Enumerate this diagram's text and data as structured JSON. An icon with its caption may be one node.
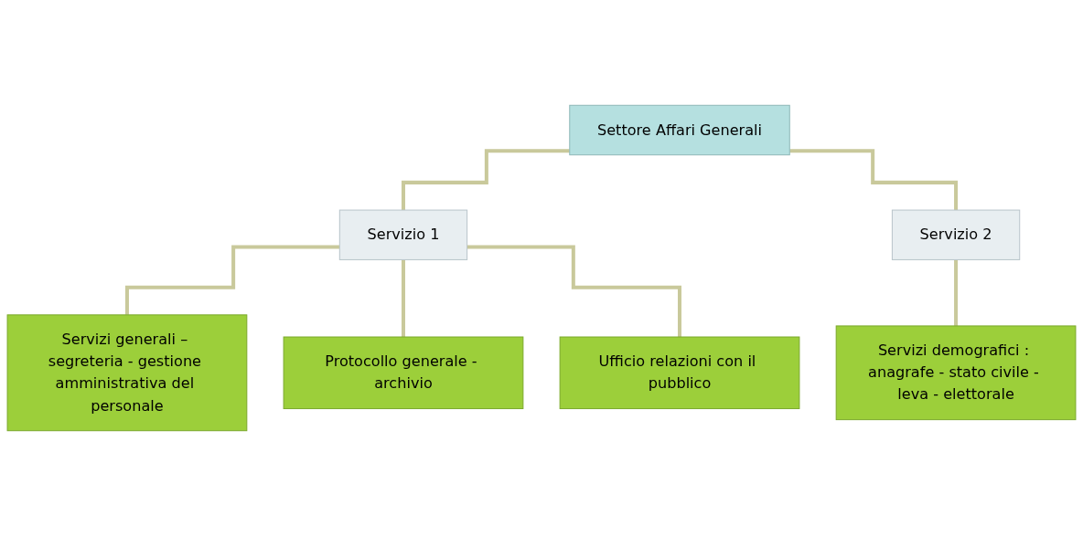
{
  "diagram": {
    "nodes": [
      {
        "text": [
          "Settore Affari Generali"
        ]
      },
      {
        "text": [
          "Servizio 1"
        ]
      },
      {
        "text": [
          "Servizio 2"
        ]
      },
      {
        "text": [
          "Servizi generali – segreteria - gestione amministrativa del personale"
        ]
      },
      {
        "text": [
          "Protocollo generale - archivio"
        ]
      },
      {
        "text": [
          "Ufficio relazioni con il pubblico"
        ]
      },
      {
        "text": [
          "Servizi demografici : anagrafe - stato civile - leva - elettorale"
        ]
      }
    ],
    "edges": [
      {
        "from": 0,
        "to": 1,
        "arrow": "none"
      },
      {
        "from": 0,
        "to": 2,
        "arrow": "none"
      },
      {
        "from": 1,
        "to": 3,
        "arrow": "none"
      },
      {
        "from": 1,
        "to": 4,
        "arrow": "none"
      },
      {
        "from": 1,
        "to": 5,
        "arrow": "none"
      },
      {
        "from": 2,
        "to": 6,
        "arrow": "none"
      }
    ]
  }
}
